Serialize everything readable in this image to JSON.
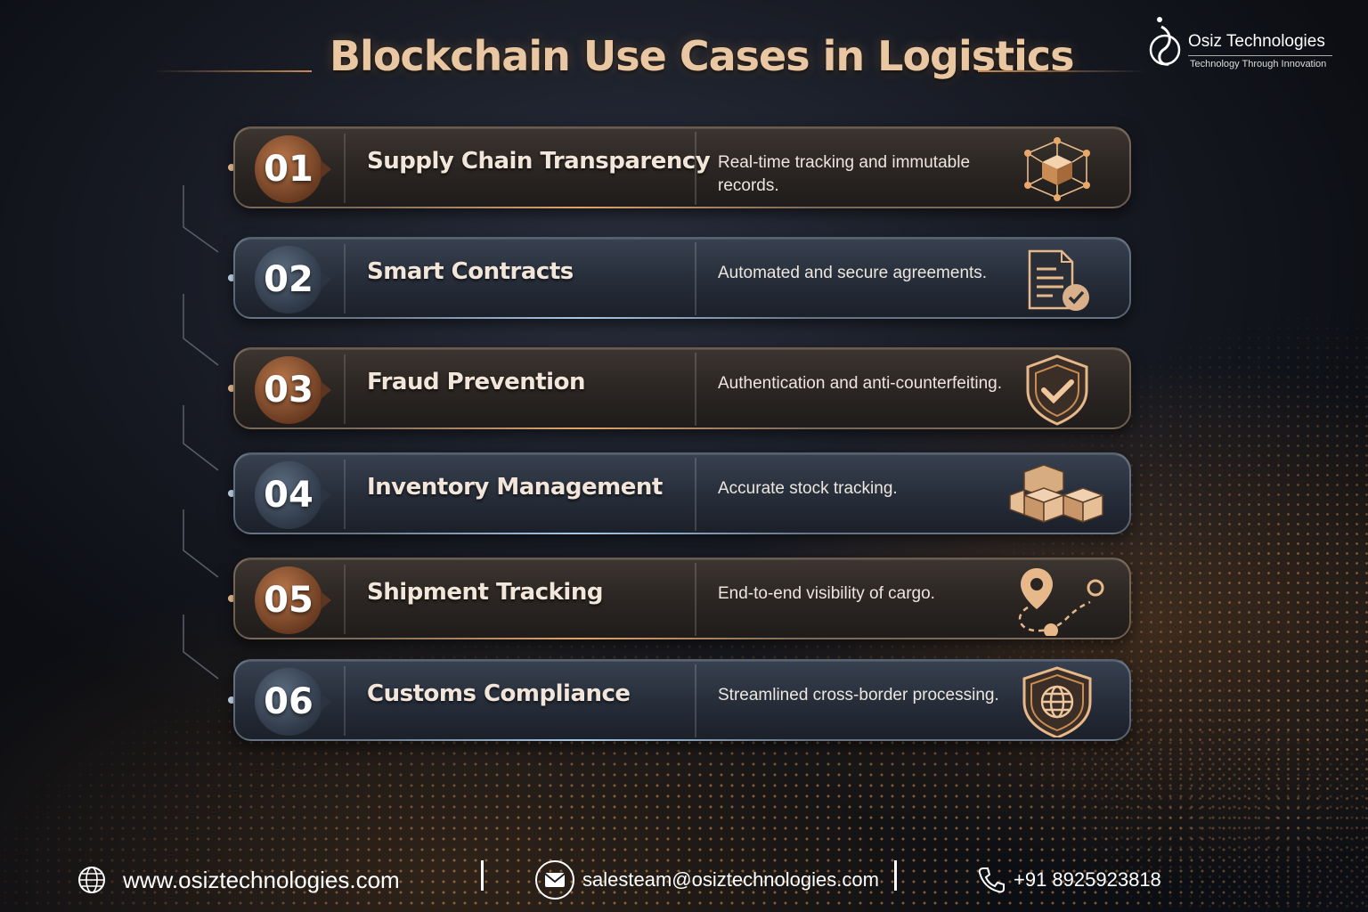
{
  "title": "Blockchain Use Cases in Logistics",
  "brand": {
    "name": "Osiz Technologies",
    "tagline": "Technology Through Innovation"
  },
  "items": [
    {
      "number": "01",
      "title": "Supply Chain Transparency",
      "description": "Real-time tracking and immutable records.",
      "icon": "blockchain-cube-icon",
      "theme": "copper"
    },
    {
      "number": "02",
      "title": "Smart Contracts",
      "description": "Automated and secure agreements.",
      "icon": "contract-check-icon",
      "theme": "steel"
    },
    {
      "number": "03",
      "title": "Fraud Prevention",
      "description": "Authentication and anti-counterfeiting.",
      "icon": "shield-check-icon",
      "theme": "copper"
    },
    {
      "number": "04",
      "title": "Inventory Management",
      "description": "Accurate stock tracking.",
      "icon": "boxes-icon",
      "theme": "steel"
    },
    {
      "number": "05",
      "title": "Shipment Tracking",
      "description": "End-to-end visibility of cargo.",
      "icon": "route-pin-icon",
      "theme": "copper"
    },
    {
      "number": "06",
      "title": "Customs Compliance",
      "description": "Streamlined cross-border processing.",
      "icon": "globe-shield-icon",
      "theme": "steel"
    }
  ],
  "footer": {
    "website": "www.osiztechnologies.com",
    "email": "salesteam@osiztechnologies.com",
    "phone": "+91 8925923818"
  },
  "colors": {
    "accent": "#e1a467",
    "copper": "#8a5230",
    "steel": "#3a4656",
    "background": "#15181f"
  }
}
